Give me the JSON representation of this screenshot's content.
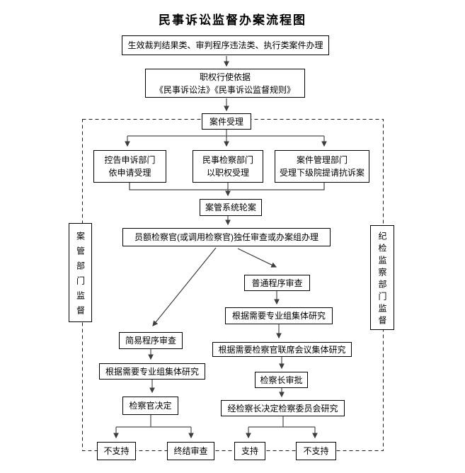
{
  "title": "民事诉讼监督办案流程图",
  "nodes": {
    "case_types": "生效裁判结果类、审判程序违法类、执行类案件办理",
    "legal_basis": [
      "职权行使依据",
      "《民事诉讼法》《民事诉讼监督规则》"
    ],
    "case_acceptance": "案件受理",
    "complaint_dept": [
      "控告申诉部门",
      "依申请受理"
    ],
    "civil_dept": [
      "民事检察部门",
      "以职权受理"
    ],
    "case_mgmt_dept": [
      "案件管理部门",
      "受理下级院提请抗诉案"
    ],
    "case_rotation": "案管系统轮案",
    "prosecutor_handling": "员额检察官(或调用检察官)独任审查或办案组办理",
    "ordinary_procedure": "普通程序审查",
    "ordinary_group_study": "根据需要专业组集体研究",
    "joint_meeting_study": "根据需要检察官联席会议集体研究",
    "chief_approval": "检察长审批",
    "committee_study": "经检察长决定检察委员会研究",
    "simple_procedure": "简易程序审查",
    "simple_group_study": "根据需要专业组集体研究",
    "prosecutor_decision": "检察官决定",
    "not_support_left": "不支持",
    "terminate_review": "终结审查",
    "support": "支持",
    "not_support_right": "不支持",
    "left_supervision": "案管部门监督",
    "right_supervision": "纪检监察部门监督"
  }
}
